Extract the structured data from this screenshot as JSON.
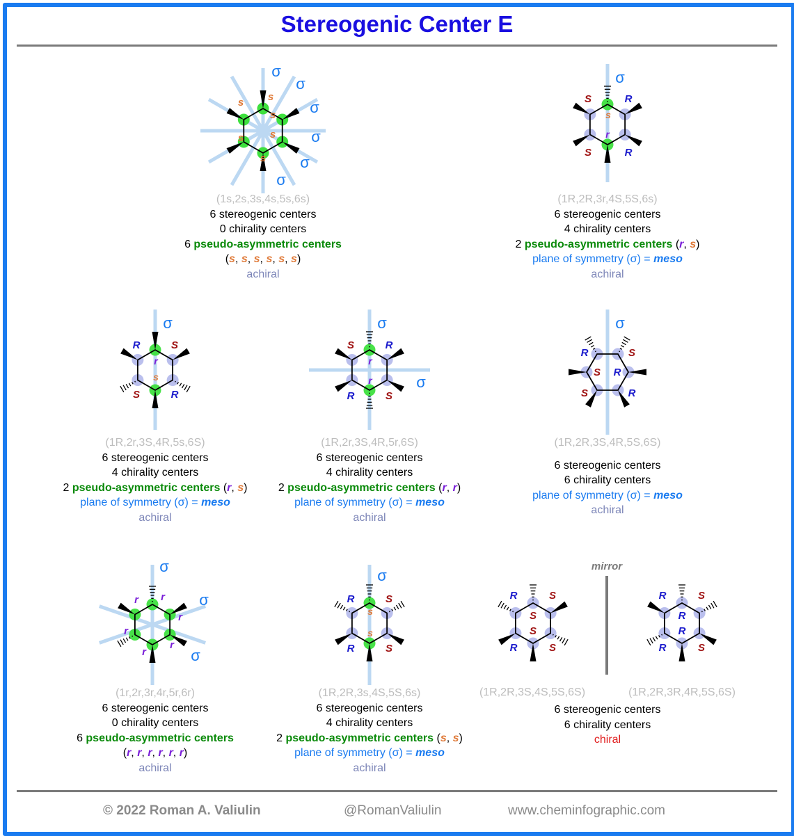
{
  "title": "Stereogenic Center E",
  "sigma": "σ",
  "mirror_label": "mirror",
  "footer": {
    "copyright": "© 2022 Roman A. Valiulin",
    "handle": "@RomanValiulin",
    "website": "www.cheminfographic.com"
  },
  "compounds": [
    {
      "name": "(1s,2s,3s,4s,5s,6s)",
      "stereogenic": "6 stereogenic centers",
      "chirality": "0 chirality centers",
      "pseudo": {
        "count": "6",
        "label": "pseudo-asymmetric centers",
        "open": "(",
        "close": ")",
        "descriptors": [
          "s",
          "s",
          "s",
          "s",
          "s",
          "s"
        ]
      },
      "pseudo_inline": false,
      "symmetry": null,
      "activity": "achiral",
      "atom_labels": [
        "s",
        "s",
        "s",
        "s",
        "s",
        "s"
      ]
    },
    {
      "name": "(1R,2R,3r,4S,5S,6s)",
      "stereogenic": "6 stereogenic centers",
      "chirality": "4 chirality centers",
      "pseudo": {
        "count": "2",
        "label": "pseudo-asymmetric centers",
        "open": "(",
        "close": ")",
        "descriptors": [
          "r",
          "s"
        ]
      },
      "pseudo_inline": true,
      "symmetry": {
        "text": "plane of symmetry (σ) = ",
        "meso": "meso"
      },
      "activity": "achiral",
      "atom_labels": [
        "S",
        "R",
        "R",
        "S",
        "s",
        "r"
      ]
    },
    {
      "name": "(1R,2r,3S,4R,5s,6S)",
      "stereogenic": "6 stereogenic centers",
      "chirality": "4 chirality centers",
      "pseudo": {
        "count": "2",
        "label": "pseudo-asymmetric centers",
        "open": "(",
        "close": ")",
        "descriptors": [
          "r",
          "s"
        ]
      },
      "pseudo_inline": true,
      "symmetry": {
        "text": "plane of symmetry (σ) = ",
        "meso": "meso"
      },
      "activity": "achiral",
      "atom_labels": [
        "R",
        "S",
        "S",
        "R",
        "r",
        "s"
      ]
    },
    {
      "name": "(1R,2r,3S,4R,5r,6S)",
      "stereogenic": "6 stereogenic centers",
      "chirality": "4 chirality centers",
      "pseudo": {
        "count": "2",
        "label": "pseudo-asymmetric centers",
        "open": "(",
        "close": ")",
        "descriptors": [
          "r",
          "r"
        ]
      },
      "pseudo_inline": true,
      "symmetry": {
        "text": "plane of symmetry (σ) = ",
        "meso": "meso"
      },
      "activity": "achiral",
      "atom_labels": [
        "S",
        "R",
        "R",
        "S",
        "r",
        "r"
      ]
    },
    {
      "name": "(1R,2R,3S,4R,5S,6S)",
      "stereogenic": "6 stereogenic centers",
      "chirality": "6 chirality centers",
      "pseudo": null,
      "symmetry": {
        "text": "plane of symmetry (σ) = ",
        "meso": "meso"
      },
      "activity": "achiral",
      "atom_labels": [
        "R",
        "S",
        "S",
        "R",
        "S",
        "R"
      ]
    },
    {
      "name": "(1r,2r,3r,4r,5r,6r)",
      "stereogenic": "6 stereogenic centers",
      "chirality": "0 chirality centers",
      "pseudo": {
        "count": "6",
        "label": "pseudo-asymmetric centers",
        "open": "(",
        "close": ")",
        "descriptors": [
          "r",
          "r",
          "r",
          "r",
          "r",
          "r"
        ]
      },
      "pseudo_inline": false,
      "symmetry": null,
      "activity": "achiral",
      "atom_labels": [
        "r",
        "r",
        "r",
        "r",
        "r",
        "r"
      ]
    },
    {
      "name": "(1R,2R,3s,4S,5S,6s)",
      "stereogenic": "6 stereogenic centers",
      "chirality": "4 chirality centers",
      "pseudo": {
        "count": "2",
        "label": "pseudo-asymmetric centers",
        "open": "(",
        "close": ")",
        "descriptors": [
          "s",
          "s"
        ]
      },
      "pseudo_inline": true,
      "symmetry": {
        "text": "plane of symmetry (σ) = ",
        "meso": "meso"
      },
      "activity": "achiral",
      "atom_labels": [
        "R",
        "S",
        "S",
        "R",
        "s",
        "s"
      ]
    },
    {
      "name_left": "(1R,2R,3S,4S,5S,6S)",
      "name_right": "(1R,2R,3R,4R,5S,6S)",
      "stereogenic": "6 stereogenic centers",
      "chirality": "6 chirality centers",
      "activity": "chiral",
      "atom_labels_left": [
        "R",
        "S",
        "S",
        "R",
        "S",
        "S"
      ],
      "atom_labels_right": [
        "R",
        "S",
        "S",
        "R",
        "R",
        "R"
      ]
    }
  ]
}
